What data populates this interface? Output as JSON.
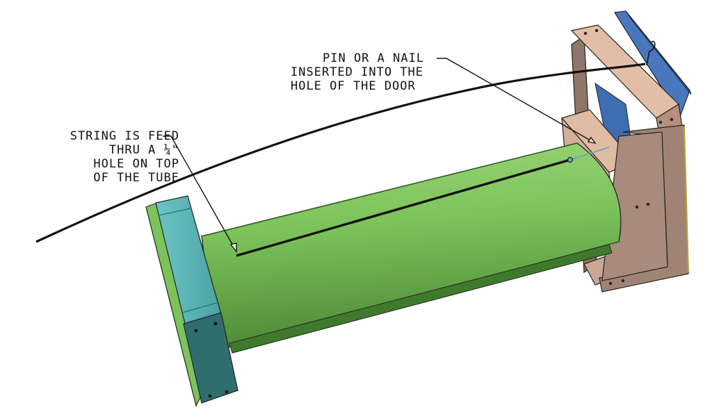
{
  "callouts": {
    "pin": {
      "lines": [
        "PIN OR A NAIL",
        "INSERTED INTO THE",
        "HOLE OF THE DOOR"
      ]
    },
    "string": {
      "lines": [
        "STRING IS FEED",
        "THRU A ¼\"",
        "HOLE ON TOP",
        "OF THE TUBE"
      ]
    }
  },
  "colors": {
    "tube": "#7cc35a",
    "tube_dark": "#4f8f36",
    "end_cap": "#5bb5b5",
    "end_cap_dark": "#2f6e6e",
    "frame": "#d9b6a1",
    "frame_dark": "#8e766a",
    "door": "#4a78bf",
    "string": "#111111"
  }
}
